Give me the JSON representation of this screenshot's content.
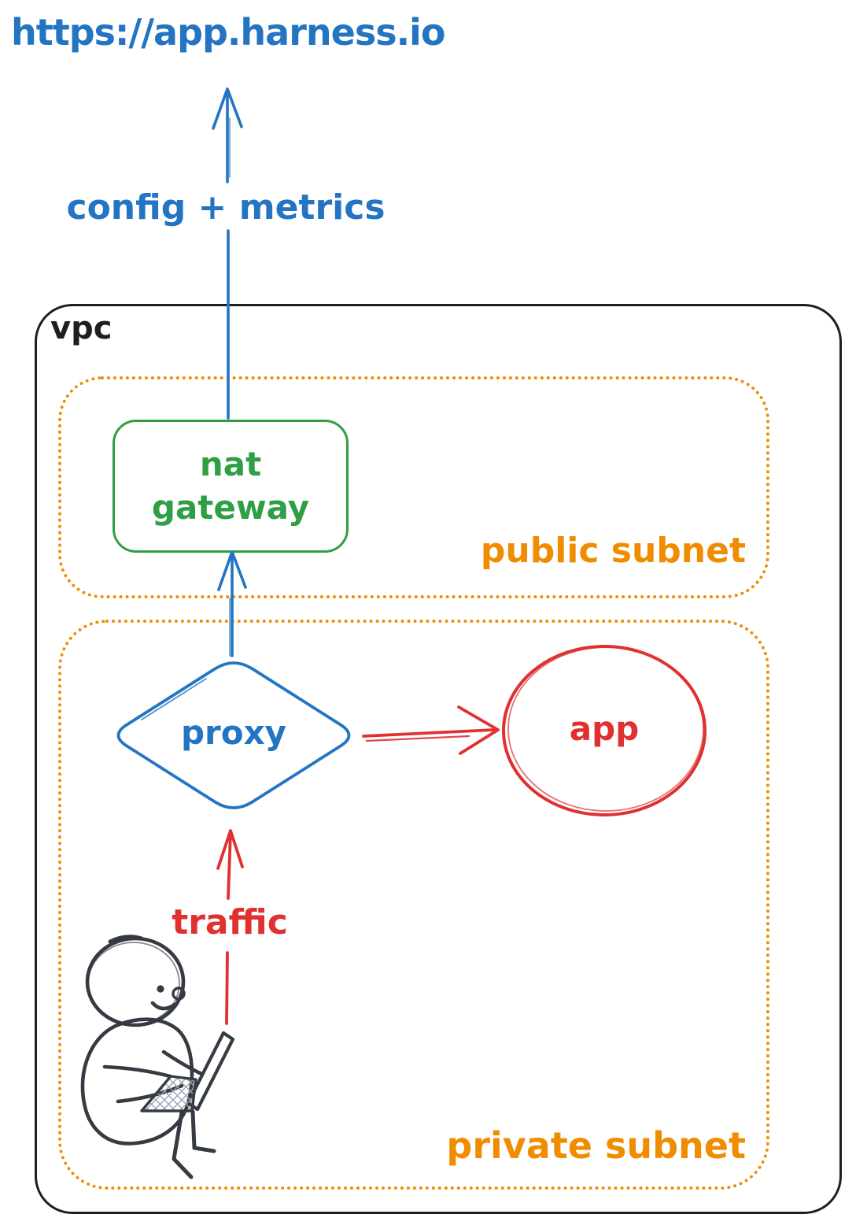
{
  "colors": {
    "blue": "#2374c2",
    "green": "#2f9e44",
    "orange": "#f08c00",
    "red": "#e03131",
    "ink": "#1e1e1e",
    "sketch_dark": "#363a42",
    "background": "#ffffff"
  },
  "diagram": {
    "title_url": "https://app.harness.io",
    "vpc": {
      "label": "vpc"
    },
    "subnets": {
      "public": {
        "label": "public subnet"
      },
      "private": {
        "label": "private subnet"
      }
    },
    "nodes": {
      "nat_gateway": {
        "shape": "rounded-rectangle",
        "color": "#2f9e44",
        "lines": [
          "nat",
          "gateway"
        ]
      },
      "proxy": {
        "shape": "diamond",
        "color": "#2374c2",
        "label": "proxy"
      },
      "app": {
        "shape": "ellipse",
        "color": "#e03131",
        "label": "app"
      }
    },
    "edges": {
      "nat_to_url": {
        "from": "nat gateway",
        "to": "https://app.harness.io",
        "color": "#2374c2",
        "label": "config + metrics"
      },
      "proxy_to_nat": {
        "from": "proxy",
        "to": "nat gateway",
        "color": "#2374c2",
        "label": ""
      },
      "proxy_to_app": {
        "from": "proxy",
        "to": "app",
        "color": "#e03131",
        "label": ""
      },
      "user_to_proxy": {
        "from": "person-with-laptop",
        "to": "proxy",
        "color": "#e03131",
        "label": "traffic"
      }
    },
    "icons": {
      "user": "person-with-laptop-doodle"
    }
  }
}
